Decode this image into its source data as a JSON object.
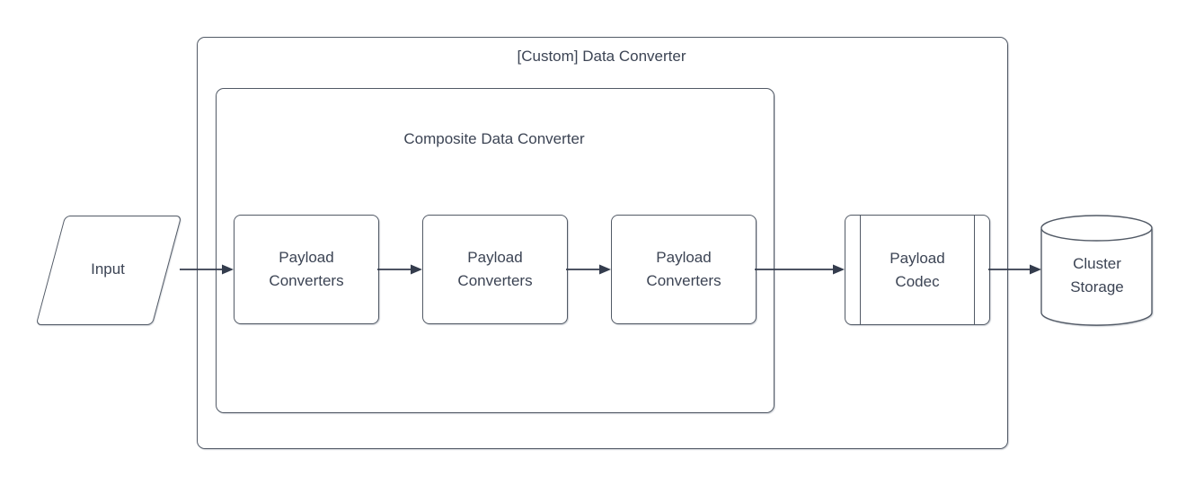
{
  "diagram": {
    "outer_group": {
      "label": "[Custom] Data Converter",
      "shape": "container"
    },
    "inner_group": {
      "label": "Composite Data Converter",
      "shape": "container"
    },
    "nodes": {
      "input": {
        "label": "Input",
        "shape": "parallelogram"
      },
      "converter1": {
        "label": "Payload Converters",
        "shape": "rounded-rectangle"
      },
      "converter2": {
        "label": "Payload Converters",
        "shape": "rounded-rectangle"
      },
      "converter3": {
        "label": "Payload Converters",
        "shape": "rounded-rectangle"
      },
      "codec": {
        "label": "Payload Codec",
        "shape": "predefined-process"
      },
      "storage": {
        "label": "Cluster Storage",
        "shape": "cylinder"
      }
    },
    "flow": [
      "input",
      "converter1",
      "converter2",
      "converter3",
      "codec",
      "storage"
    ],
    "colors": {
      "stroke": "#525a66",
      "text": "#3c4454",
      "arrow": "#343c4d",
      "background": "#ffffff"
    }
  }
}
